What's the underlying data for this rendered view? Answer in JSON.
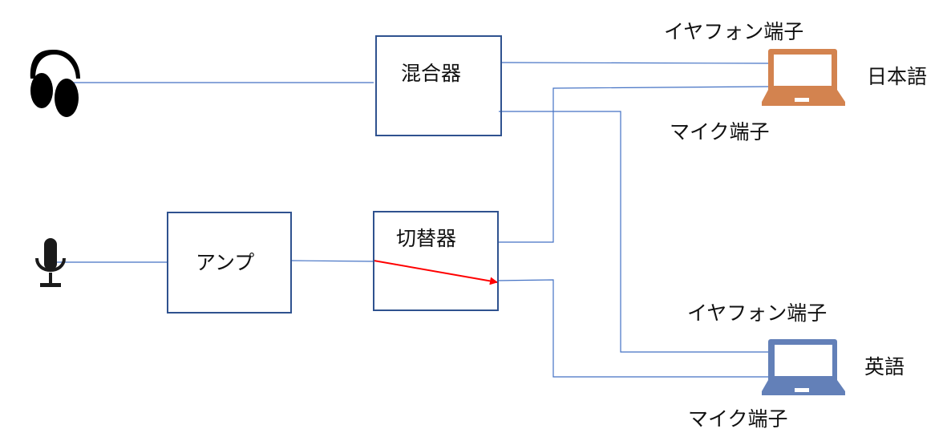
{
  "blocks": {
    "mixer": "混合器",
    "amp": "アンプ",
    "switcher": "切替器"
  },
  "laptops": [
    {
      "language": "日本語",
      "earphone_port": "イヤフォン端子",
      "mic_port": "マイク端子",
      "color": "#D3834F"
    },
    {
      "language": "英語",
      "earphone_port": "イヤフォン端子",
      "mic_port": "マイク端子",
      "color": "#6380B8"
    }
  ],
  "colors": {
    "box_border": "#2F528F",
    "wire": "#4472C4",
    "arrow": "#FF0000"
  },
  "icons": {
    "headphones": "headphones-icon",
    "mic": "microphone-icon",
    "laptop": "laptop-icon"
  }
}
